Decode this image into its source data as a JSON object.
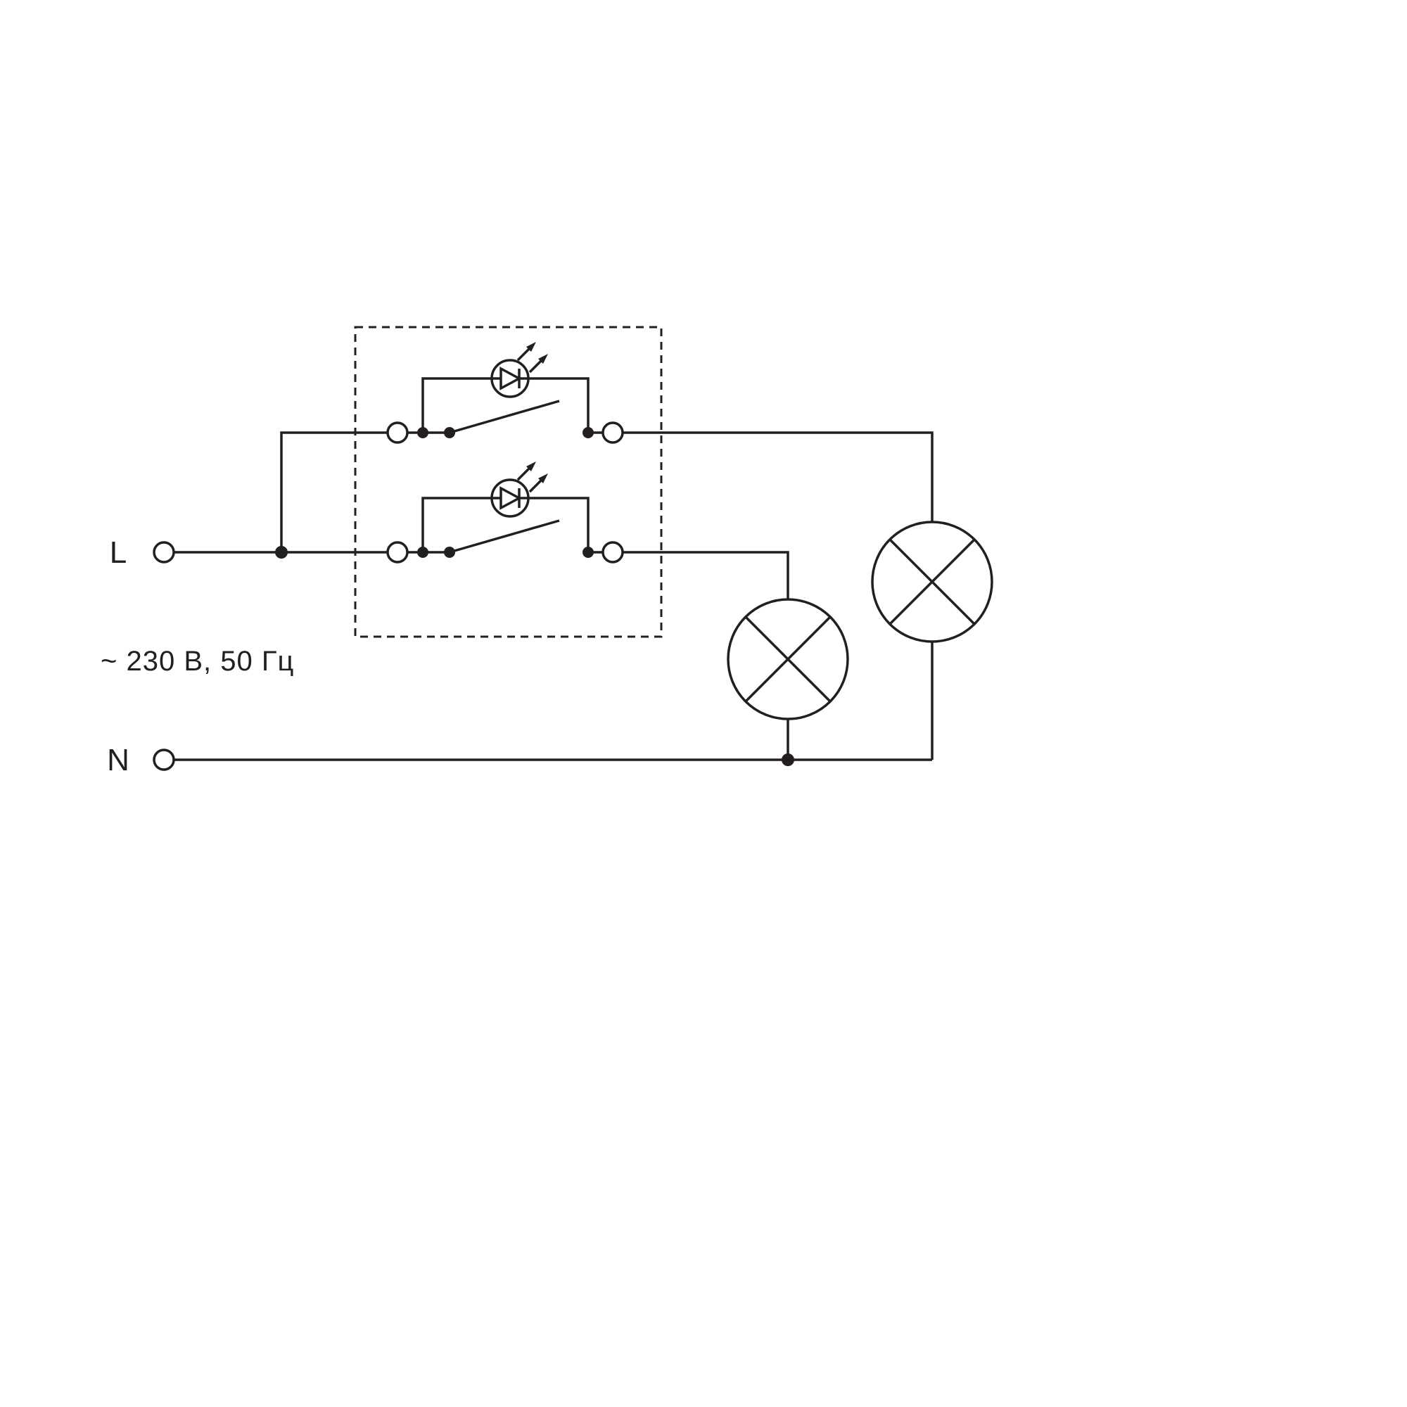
{
  "diagram": {
    "kind": "electrical-wiring-schematic",
    "labels": {
      "line_terminal": "L",
      "neutral_terminal": "N",
      "power_rating": "~ 230 В, 50 Гц"
    },
    "colors": {
      "stroke": "#231f20",
      "background": "#ffffff"
    },
    "icons": [
      "line-terminal-icon",
      "neutral-terminal-icon",
      "switch-module-dashed-boundary-icon",
      "switch-pole-top-icon",
      "switch-pole-bottom-icon",
      "led-indicator-top-icon",
      "led-indicator-bottom-icon",
      "light-emission-arrows-icon",
      "lamp-left-icon",
      "lamp-right-icon",
      "junction-dot-icon"
    ]
  }
}
